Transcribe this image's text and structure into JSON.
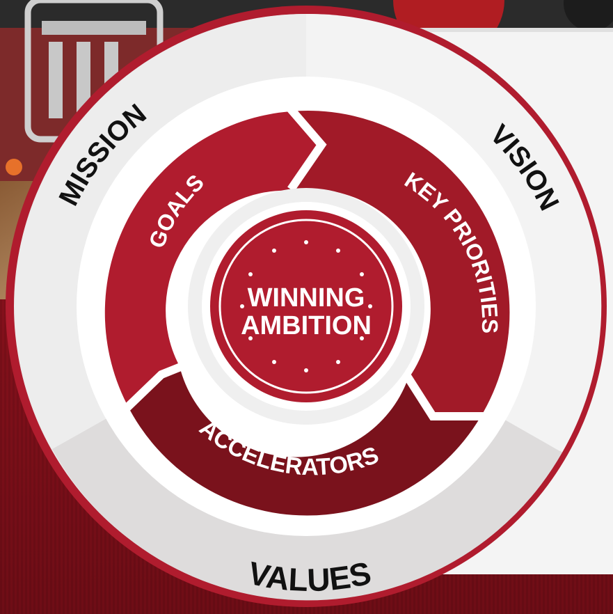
{
  "diagram": {
    "center": {
      "line1": "WINNING",
      "line2": "AMBITION"
    },
    "outer_ring": {
      "left": "MISSION",
      "right": "VISION",
      "bottom": "VALUES"
    },
    "segments": {
      "goals": "GOALS",
      "key_priorities": "KEY PRIORITIES",
      "accelerators": "ACCELERATORS"
    }
  },
  "colors": {
    "brand_red": "#b01c2e",
    "dark_red": "#8f1722",
    "accelerators_red": "#7a121c",
    "outer_ring": "#e9e9e9",
    "white": "#ffffff",
    "text_dark": "#111111"
  }
}
